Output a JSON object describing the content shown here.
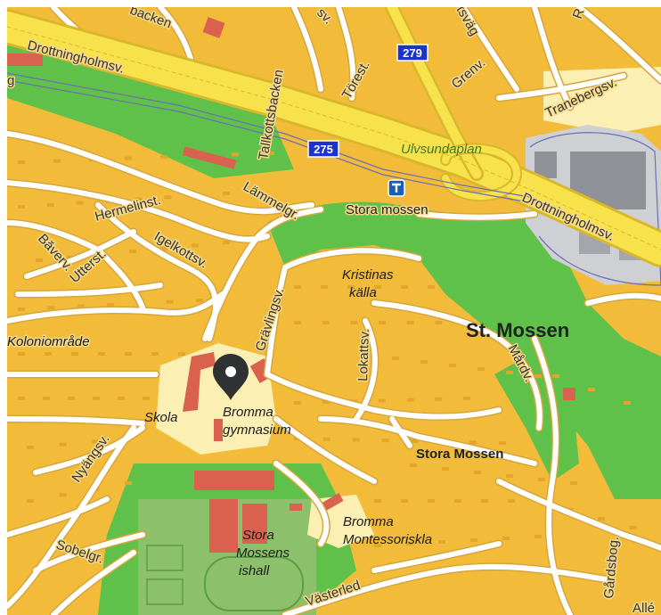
{
  "map": {
    "colors": {
      "built_area": "#f2bc3a",
      "block": "#e5a42a",
      "street": "#ffffff",
      "street_casing": "#d7a63a",
      "motorway": "#f7e24c",
      "motorway_casing": "#d9b72c",
      "park": "#5fc14a",
      "sports": "#8cc06b",
      "school_ground": "#fbefb4",
      "building": "#d9614d",
      "rail_area": "#cfd0d4",
      "rail_building": "#8f9196",
      "rail_line": "#6c6fb0",
      "marker": "#2f3133"
    },
    "route_shields": [
      {
        "number": "279"
      },
      {
        "number": "275"
      }
    ],
    "transit_icon": "metro-station-icon",
    "marker_icon": "location-pin-icon",
    "street_labels": {
      "drottningholmsv_west": "Drottningholmsv.",
      "drottningholmsv_east": "Drottningholmsv.",
      "backen": "backen",
      "sv": "sv.",
      "tsvag": "tsväg",
      "r": "R",
      "tallkottsbacken": "Tallkottsbacken",
      "torest": "Törest.",
      "grenv": "Grenv.",
      "tranebergsv": "Tranebergsv.",
      "g": "g",
      "hermelinst": "Hermelinst.",
      "lammelgr": "Lämmelgr.",
      "igelkottsv": "Igelkottsv.",
      "baverv": "Băverv.",
      "utterst": "Utterst.",
      "gravlingsv": "Grävlingsv.",
      "lokattsv": "Lokattsv.",
      "mardv": "Mårdv.",
      "nyangsv": "Nyängsv.",
      "sobelgr": "Sobelgr.",
      "vasterled": "Västerled",
      "gardsbog": "Gårdsbog.",
      "alle": "Allé"
    },
    "place_labels": {
      "ulvsundaplan": "Ulvsundaplan",
      "stora_mossen_station": "Stora mossen",
      "kristinas": "Kristinas",
      "kalla": "källa",
      "koloniomrade": "Koloniområde",
      "skola": "Skola",
      "bromma": "Bromma",
      "gymnasium": "gymnasium",
      "stora": "Stora",
      "mossens": "Mossens",
      "ishall": "ishall",
      "bromma2": "Bromma",
      "montessoriskla": "Montessoriskla"
    },
    "area_labels": {
      "st_mossen": "St. Mossen",
      "stora_mossen": "Stora Mossen"
    }
  }
}
